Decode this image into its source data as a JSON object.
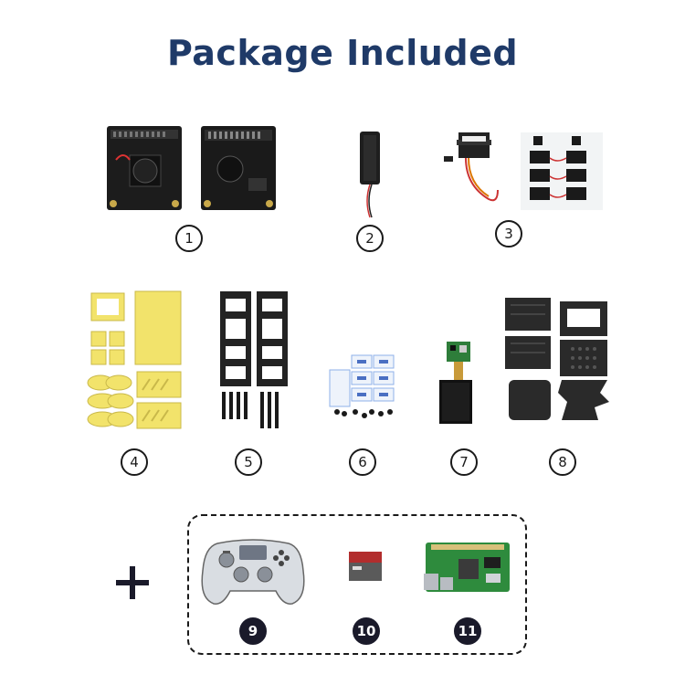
{
  "header": {
    "title": "Package Included"
  },
  "items": [
    {
      "index": "1",
      "label": "1",
      "name": "driver-hat-boards",
      "optional": false
    },
    {
      "index": "2",
      "label": "2",
      "name": "cooling-fan",
      "optional": false
    },
    {
      "index": "3",
      "label": "3",
      "name": "servos",
      "optional": false
    },
    {
      "index": "4",
      "label": "4",
      "name": "yellow-acrylic-parts",
      "optional": false
    },
    {
      "index": "5",
      "label": "5",
      "name": "carbon-frame-plates",
      "optional": false
    },
    {
      "index": "6",
      "label": "6",
      "name": "screw-packs",
      "optional": false
    },
    {
      "index": "7",
      "label": "7",
      "name": "lcd-display",
      "optional": false
    },
    {
      "index": "8",
      "label": "8",
      "name": "black-3d-printed-parts",
      "optional": false
    },
    {
      "index": "9",
      "label": "9",
      "name": "gamepad-controller",
      "optional": true
    },
    {
      "index": "10",
      "label": "10",
      "name": "sd-card",
      "optional": true
    },
    {
      "index": "11",
      "label": "11",
      "name": "raspberry-pi-board",
      "optional": true
    }
  ],
  "optional_group": {
    "plus_symbol": "+"
  },
  "colors": {
    "title": "#1f3a68",
    "badge_dark": "#1a1a2a",
    "board_green": "#2e8b3d",
    "acrylic_yellow": "#f2e36b"
  }
}
